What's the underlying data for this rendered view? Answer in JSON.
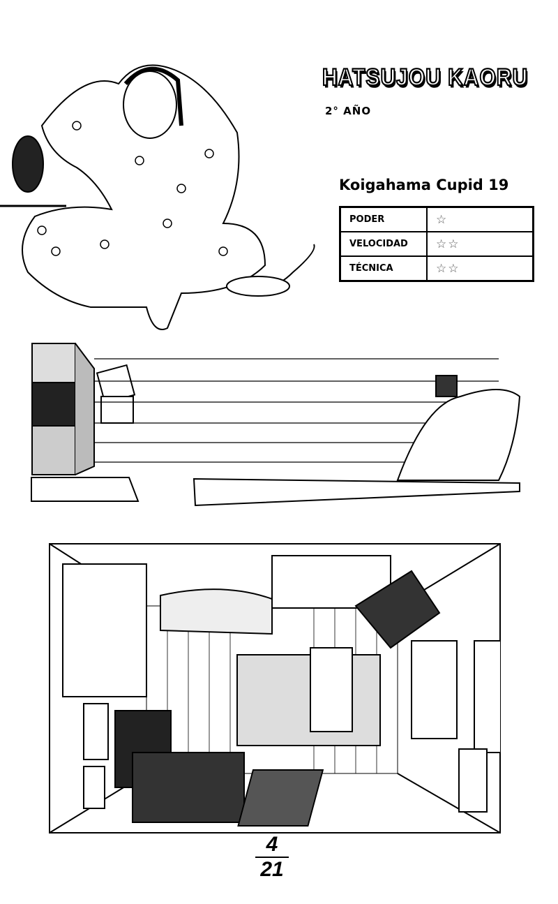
{
  "character": {
    "name": "HATSUJOU KAORU",
    "grade": "2° AÑO"
  },
  "profile": {
    "series": "Koigahama Cupid 19",
    "stats": [
      {
        "label": "PODER",
        "stars": "☆",
        "rating": 1
      },
      {
        "label": "VELOCIDAD",
        "stars": "☆☆",
        "rating": 2
      },
      {
        "label": "TÉCNICA",
        "stars": "☆☆",
        "rating": 2
      }
    ]
  },
  "page": {
    "current": "4",
    "total": "21"
  }
}
